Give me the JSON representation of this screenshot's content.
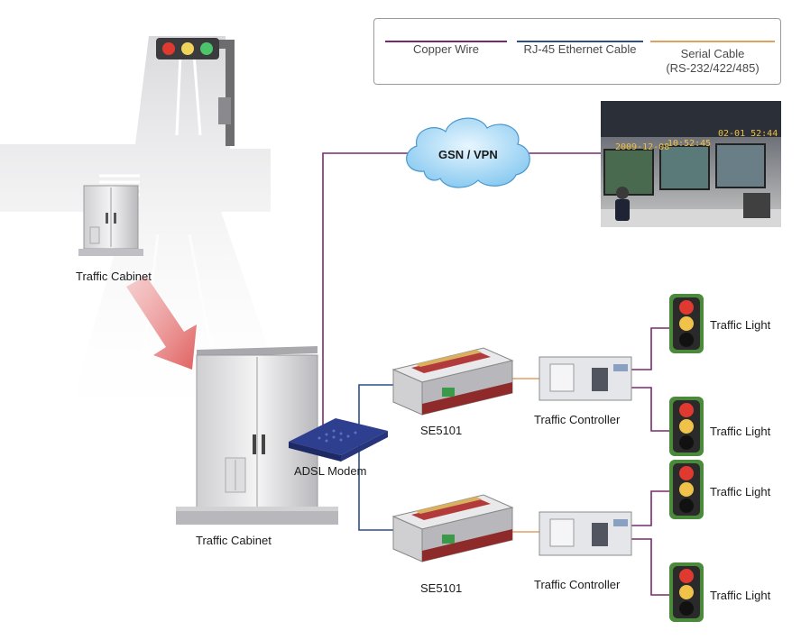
{
  "legend": {
    "copper_wire": "Copper Wire",
    "ethernet": "RJ-45 Ethernet Cable",
    "serial_line1": "Serial Cable",
    "serial_line2": "(RS-232/422/485)",
    "colors": {
      "copper": "#7a2a6a",
      "ethernet": "#2a4f8a",
      "serial": "#e0a060"
    }
  },
  "network": {
    "cloud_label": "GSN / VPN"
  },
  "control_room": {
    "date": "2009-12-08",
    "time": "10:52:45",
    "clock2": "02-01 52:44"
  },
  "intersection": {
    "cabinet_label": "Traffic Cabinet"
  },
  "main_cabinet": {
    "label": "Traffic Cabinet",
    "modem_label": "ADSL Modem"
  },
  "devices": [
    {
      "server_label": "SE5101",
      "controller_label": "Traffic Controller",
      "lights": [
        "Traffic Light",
        "Traffic Light"
      ]
    },
    {
      "server_label": "SE5101",
      "controller_label": "Traffic Controller",
      "lights": [
        "Traffic Light",
        "Traffic Light"
      ]
    }
  ]
}
